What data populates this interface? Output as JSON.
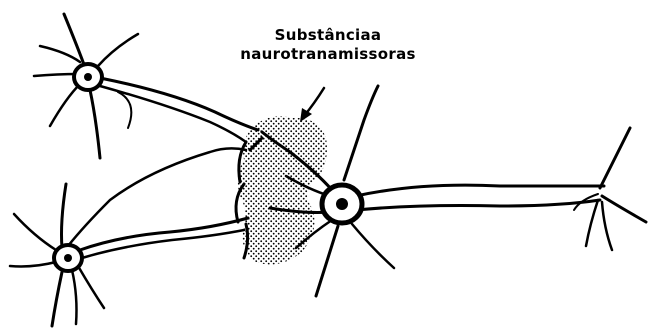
{
  "label": {
    "line1": "Substânciaa",
    "line2": "naurotranamissoras"
  },
  "colors": {
    "ink": "#000000",
    "background": "#ffffff",
    "stipple": "#000000"
  },
  "elements": [
    "neuron-top-left",
    "neuron-bottom-left",
    "neuron-center",
    "synapse-region",
    "label-arrow"
  ]
}
